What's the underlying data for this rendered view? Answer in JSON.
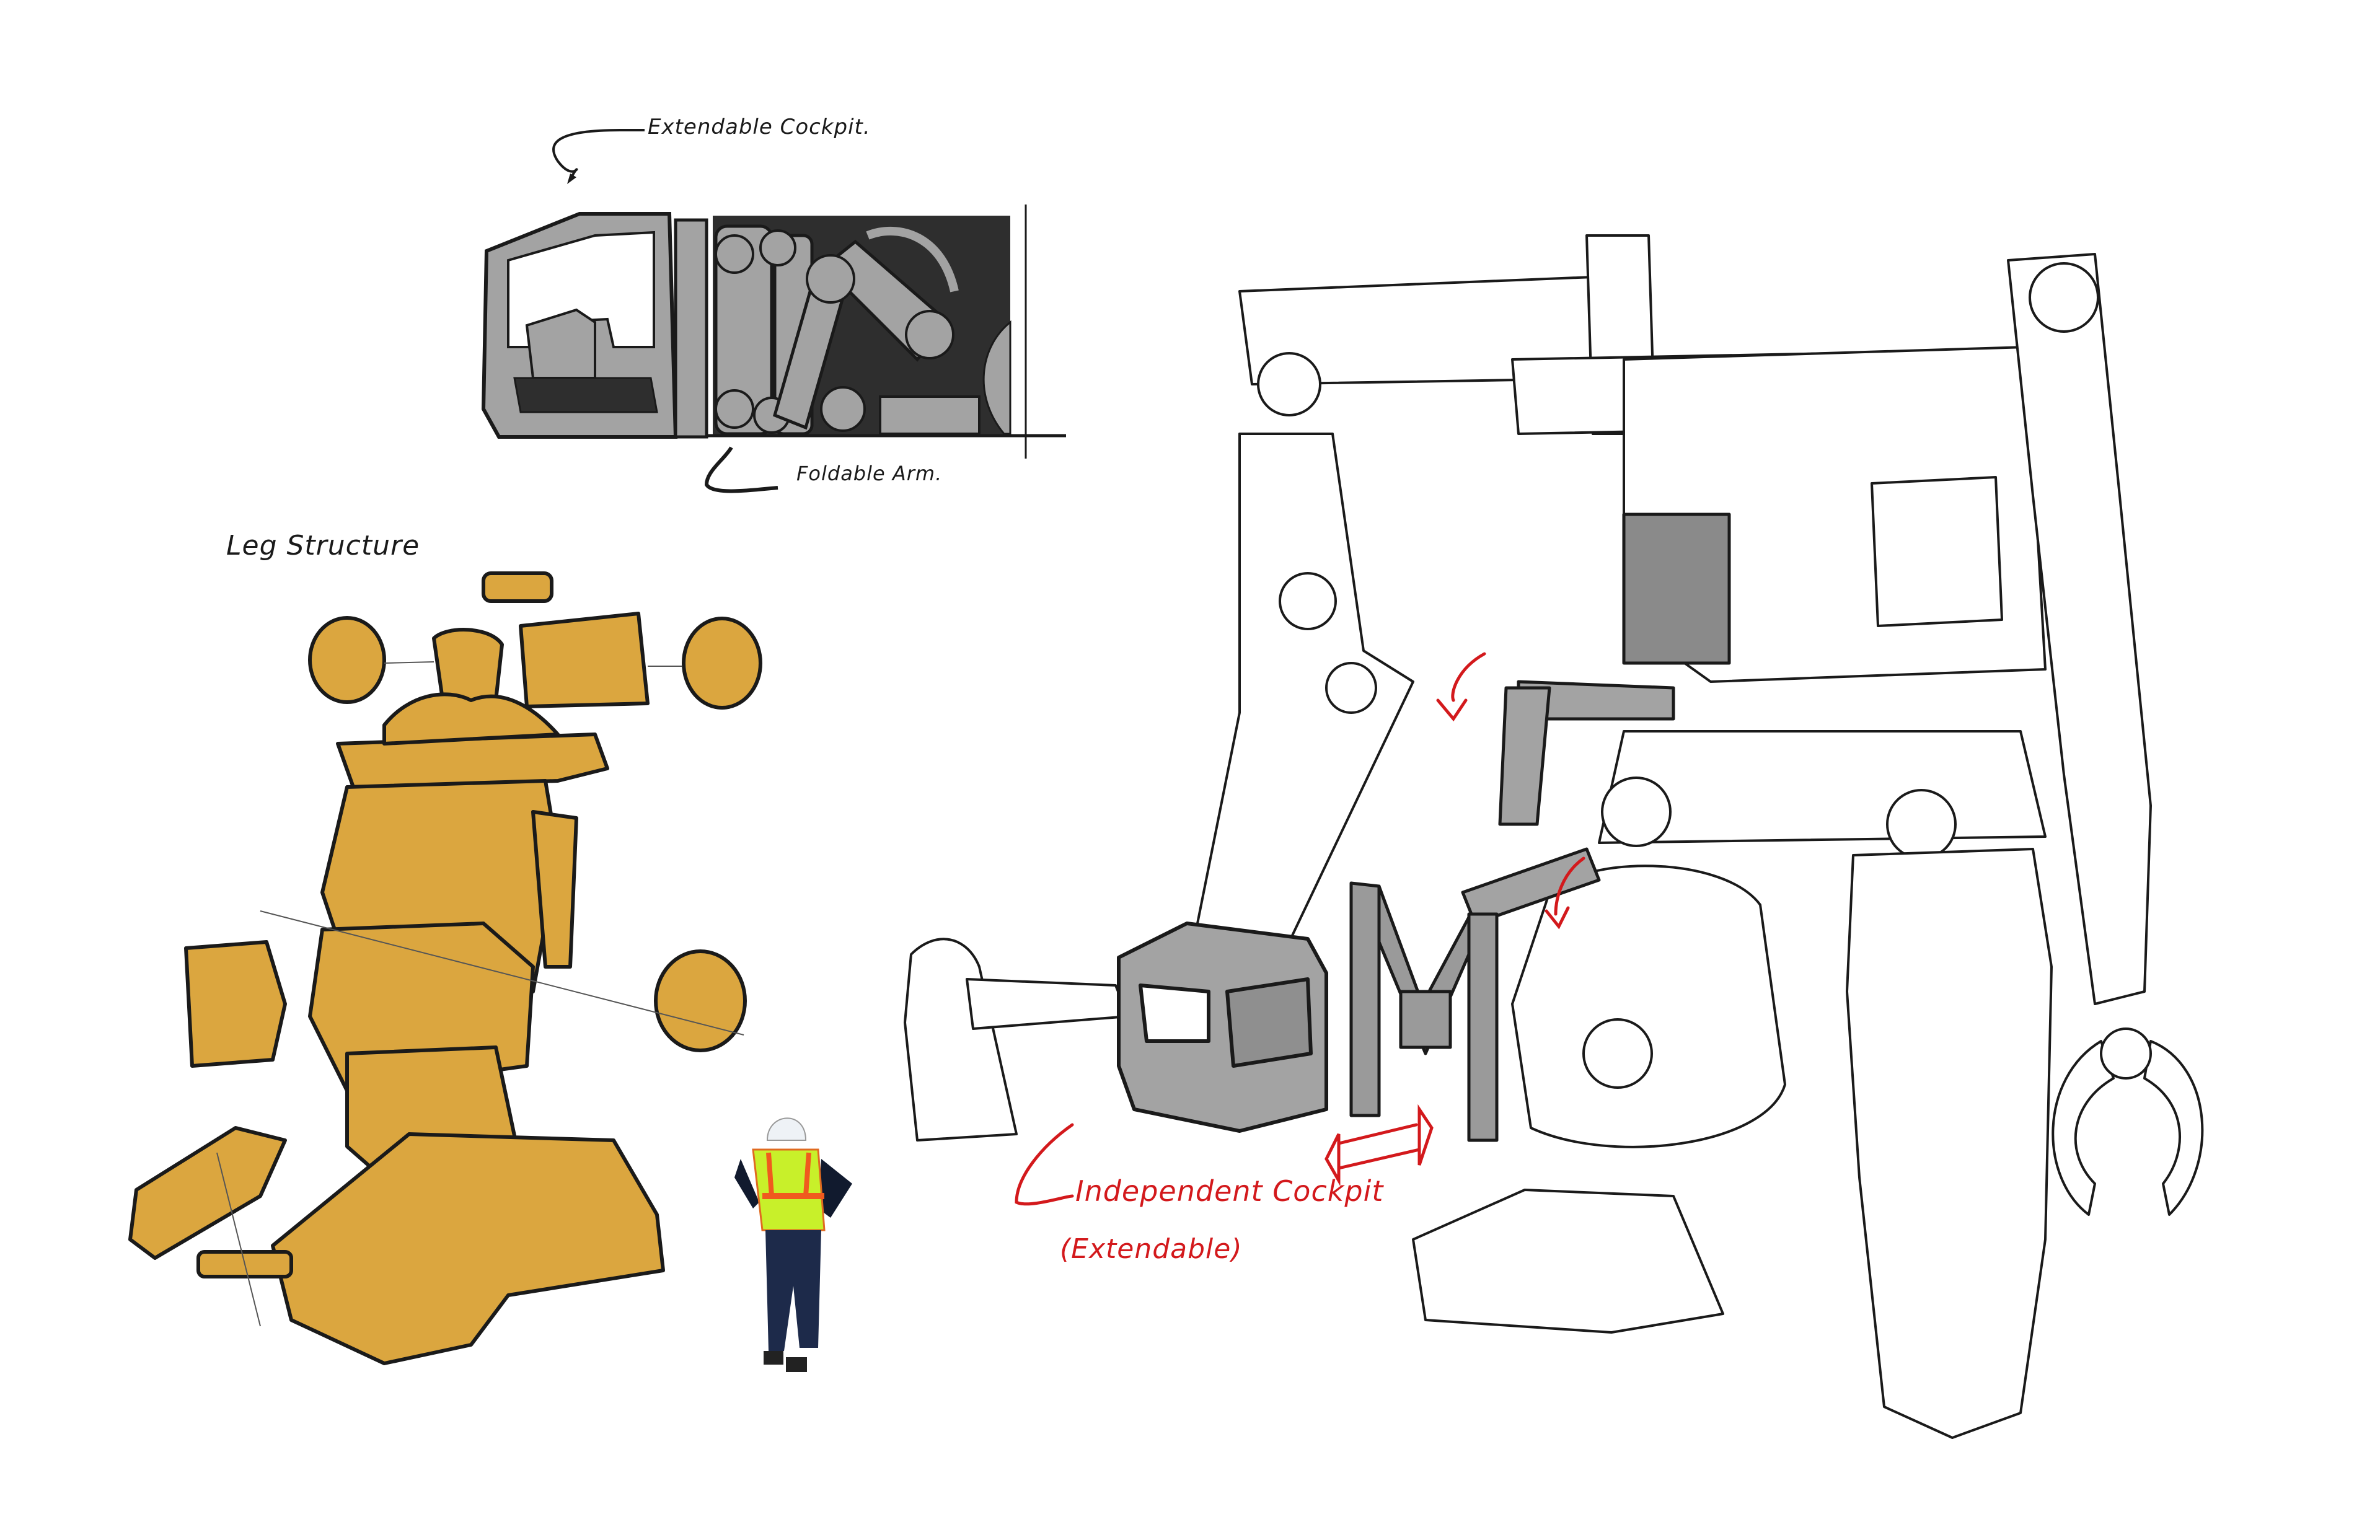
{
  "sheet": {
    "annotations": {
      "extendable_cockpit": "Extendable Cockpit.",
      "foldable_arm": "Foldable Arm.",
      "leg_structure": "Leg Structure",
      "independent_cockpit": "Independent Cockpit",
      "independent_cockpit_sub": "(Extendable)"
    },
    "colors": {
      "background": "#ffffff",
      "leg_fill": "#dba63f",
      "line_ink": "#1a1a1a",
      "cockpit_gray": "#a3a3a3",
      "dark_fill": "#2e2e2e",
      "annotation_red": "#d3191c",
      "vest_green": "#c8f02a",
      "vest_orange": "#f05a1e",
      "jeans_blue": "#1d2a4a",
      "helmet_white": "#eef2f6"
    },
    "panels": [
      {
        "id": "cockpit-side-sketch",
        "label_ref": "extendable_cockpit"
      },
      {
        "id": "leg-exploded-view",
        "label_ref": "leg_structure"
      },
      {
        "id": "worker-scale-figure"
      },
      {
        "id": "mech-lineart",
        "label_ref": "independent_cockpit"
      }
    ]
  }
}
